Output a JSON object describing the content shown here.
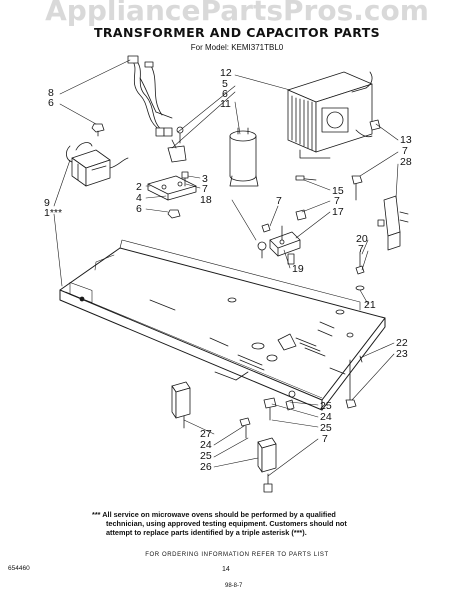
{
  "watermark": "AppliancePartsPros.com",
  "title": "TRANSFORMER AND CAPACITOR PARTS",
  "model": "For Model: KEMI371TBL0",
  "callouts": [
    "8",
    "6",
    "9",
    "1***",
    "12",
    "5",
    "6",
    "11",
    "2",
    "4",
    "6",
    "3",
    "7",
    "18",
    "13",
    "7",
    "28",
    "15",
    "7",
    "17",
    "7",
    "19",
    "20",
    "7",
    "21",
    "22",
    "23",
    "27",
    "24",
    "25",
    "26",
    "25",
    "24",
    "25",
    "7"
  ],
  "footnote": [
    "*** All service on microwave ovens should be performed by a qualified",
    "technician, using approved testing equipment. Customers should not",
    "attempt to replace parts identified by a triple asterisk (***)."
  ],
  "ordering_info": "FOR ORDERING INFORMATION REFER TO PARTS LIST",
  "figure_number": "654460",
  "page_number": "14",
  "date_code": "98-8-7"
}
